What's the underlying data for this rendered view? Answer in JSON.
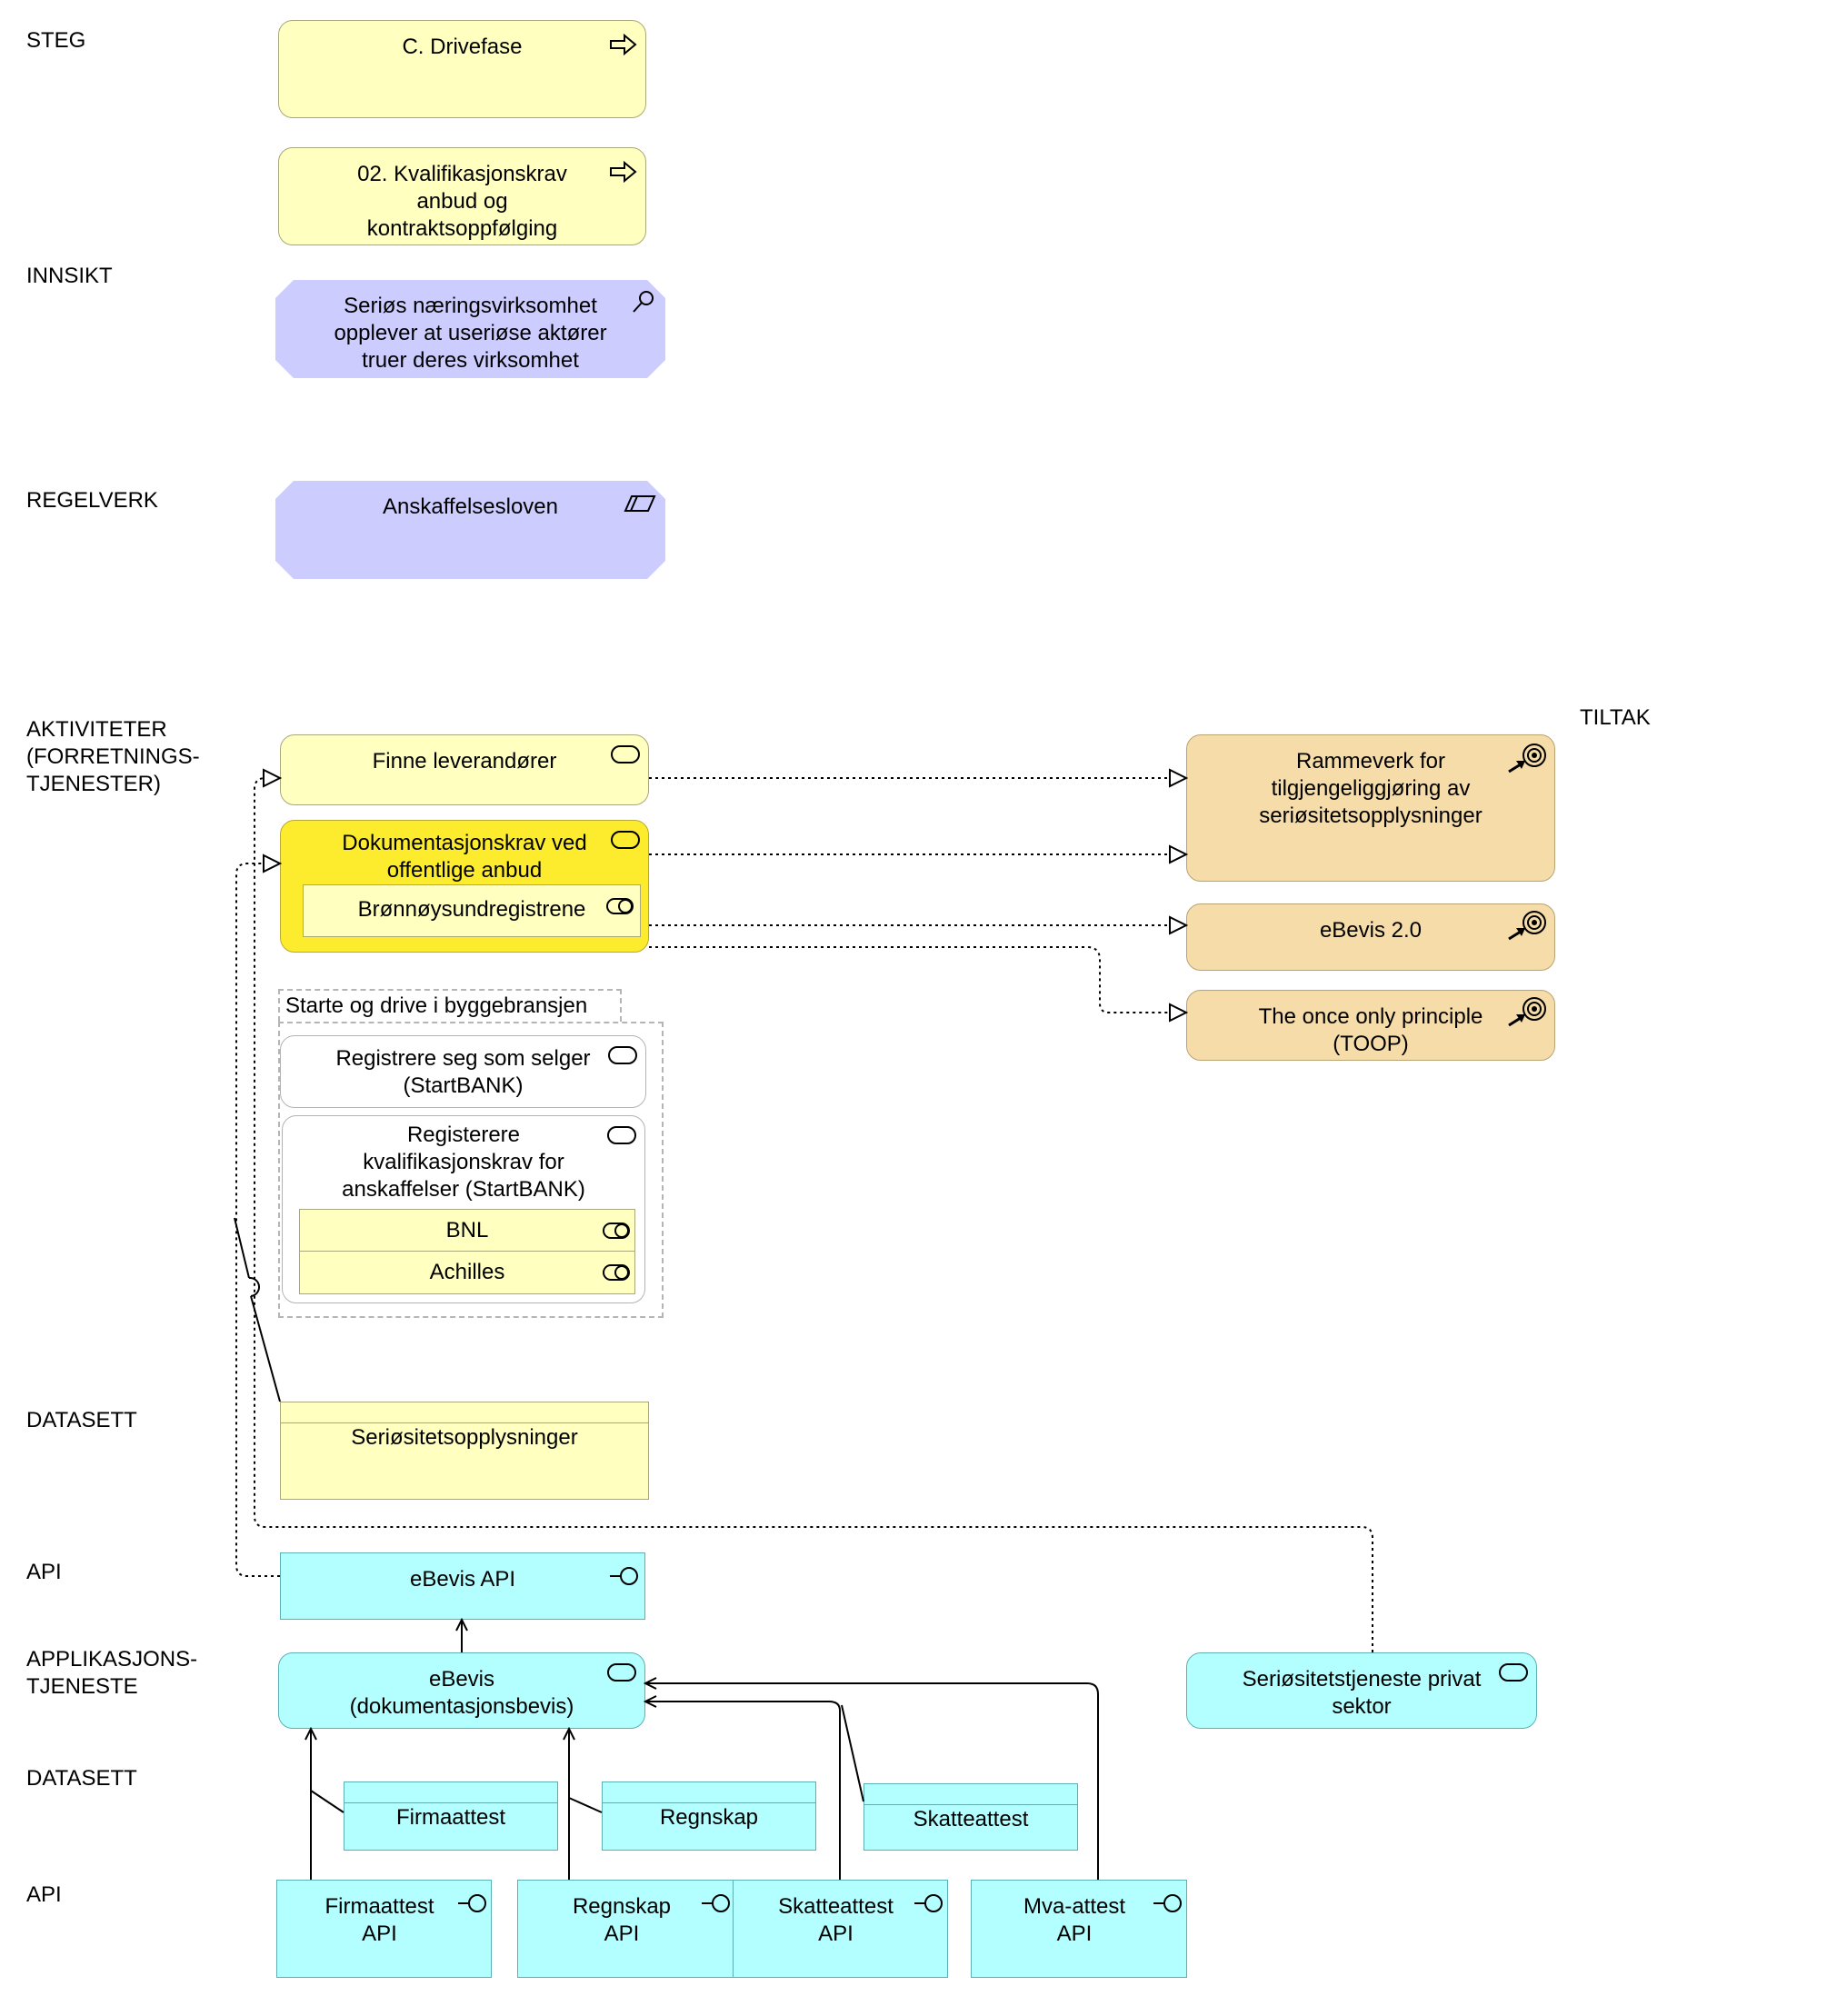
{
  "layers": {
    "steg": "STEG",
    "innsikt": "INNSIKT",
    "regelverk": "REGELVERK",
    "aktiviteter": "AKTIVITETER\n(FORRETNINGS-\nTJENESTER)",
    "tiltak": "TILTAK",
    "datasett_1": "DATASETT",
    "api_1": "API",
    "applikasjonstjeneste": "APPLIKASJONS-\nTJENESTE",
    "datasett_2": "DATASETT",
    "api_2": "API"
  },
  "steps": {
    "drivefase": "C. Drivefase",
    "kvalifikasjonskrav": "02. Kvalifikasjonskrav\nanbud og\nkontraktsoppfølging"
  },
  "insight": "Seriøs næringsvirksomhet\nopplever at useriøse aktører\ntruer deres virksomhet",
  "regulation": "Anskaffelsesloven",
  "activities": {
    "finne": "Finne leverandører",
    "dokumentasjonskrav": "Dokumentasjonskrav ved\noffentlige anbud",
    "bronnoysund": "Brønnøysundregistrene",
    "group_title": "Starte og drive i byggebransjen",
    "registrere_selger": "Registrere seg som selger\n(StartBANK)",
    "registerere_krav": "Registerere\nkvalifikasjonskrav for\nanskaffelser (StartBANK)",
    "bnl": "BNL",
    "achilles": "Achilles"
  },
  "measures": {
    "rammeverk": "Rammeverk for\ntilgjengeliggjøring av\nseriøsitetsopplysninger",
    "ebevis2": "eBevis 2.0",
    "toop": "The once only principle\n(TOOP)"
  },
  "dataset_top": "Seriøsitetsopplysninger",
  "api_top": "eBevis API",
  "app_services": {
    "ebevis": "eBevis\n(dokumentasjonsbevis)",
    "privat": "Seriøsitetstjeneste privat\nsektor"
  },
  "datasets_bottom": {
    "firmaattest": "Firmaattest",
    "regnskap": "Regnskap",
    "skatteattest": "Skatteattest"
  },
  "apis_bottom": {
    "firmaattest": "Firmaattest\nAPI",
    "regnskap": "Regnskap\nAPI",
    "skatteattest": "Skatteattest\nAPI",
    "mva": "Mva-attest\nAPI"
  },
  "colors": {
    "step": "#ffffc0",
    "insight": "#ccccff",
    "activity_highlight": "#fdec2e",
    "measure": "#f5dca8",
    "application": "#b3ffff"
  }
}
